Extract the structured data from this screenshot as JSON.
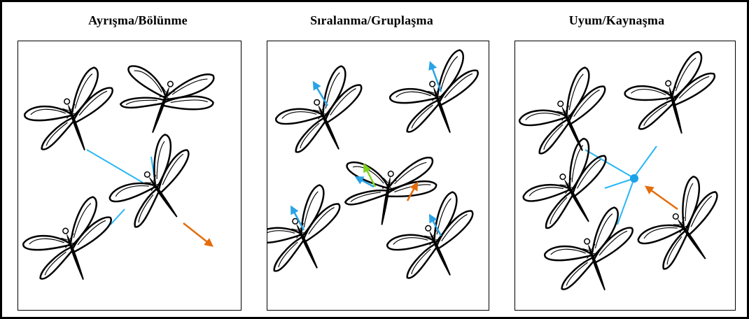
{
  "panels": [
    {
      "title": "Ayrışma/Bölünme"
    },
    {
      "title": "Sıralanma/Gruplaşma"
    },
    {
      "title": "Uyum/Kaynaşma"
    }
  ],
  "colors": {
    "connector": "#29b6f6",
    "velocity": "#29a3e6",
    "avoid_arrow": "#e46c0a",
    "align_arrow": "#7ed321",
    "center_point": "#1aa3e8",
    "insect": "#000000"
  },
  "icons": [
    "dragonfly-icon",
    "arrow-icon",
    "center-point-icon"
  ]
}
